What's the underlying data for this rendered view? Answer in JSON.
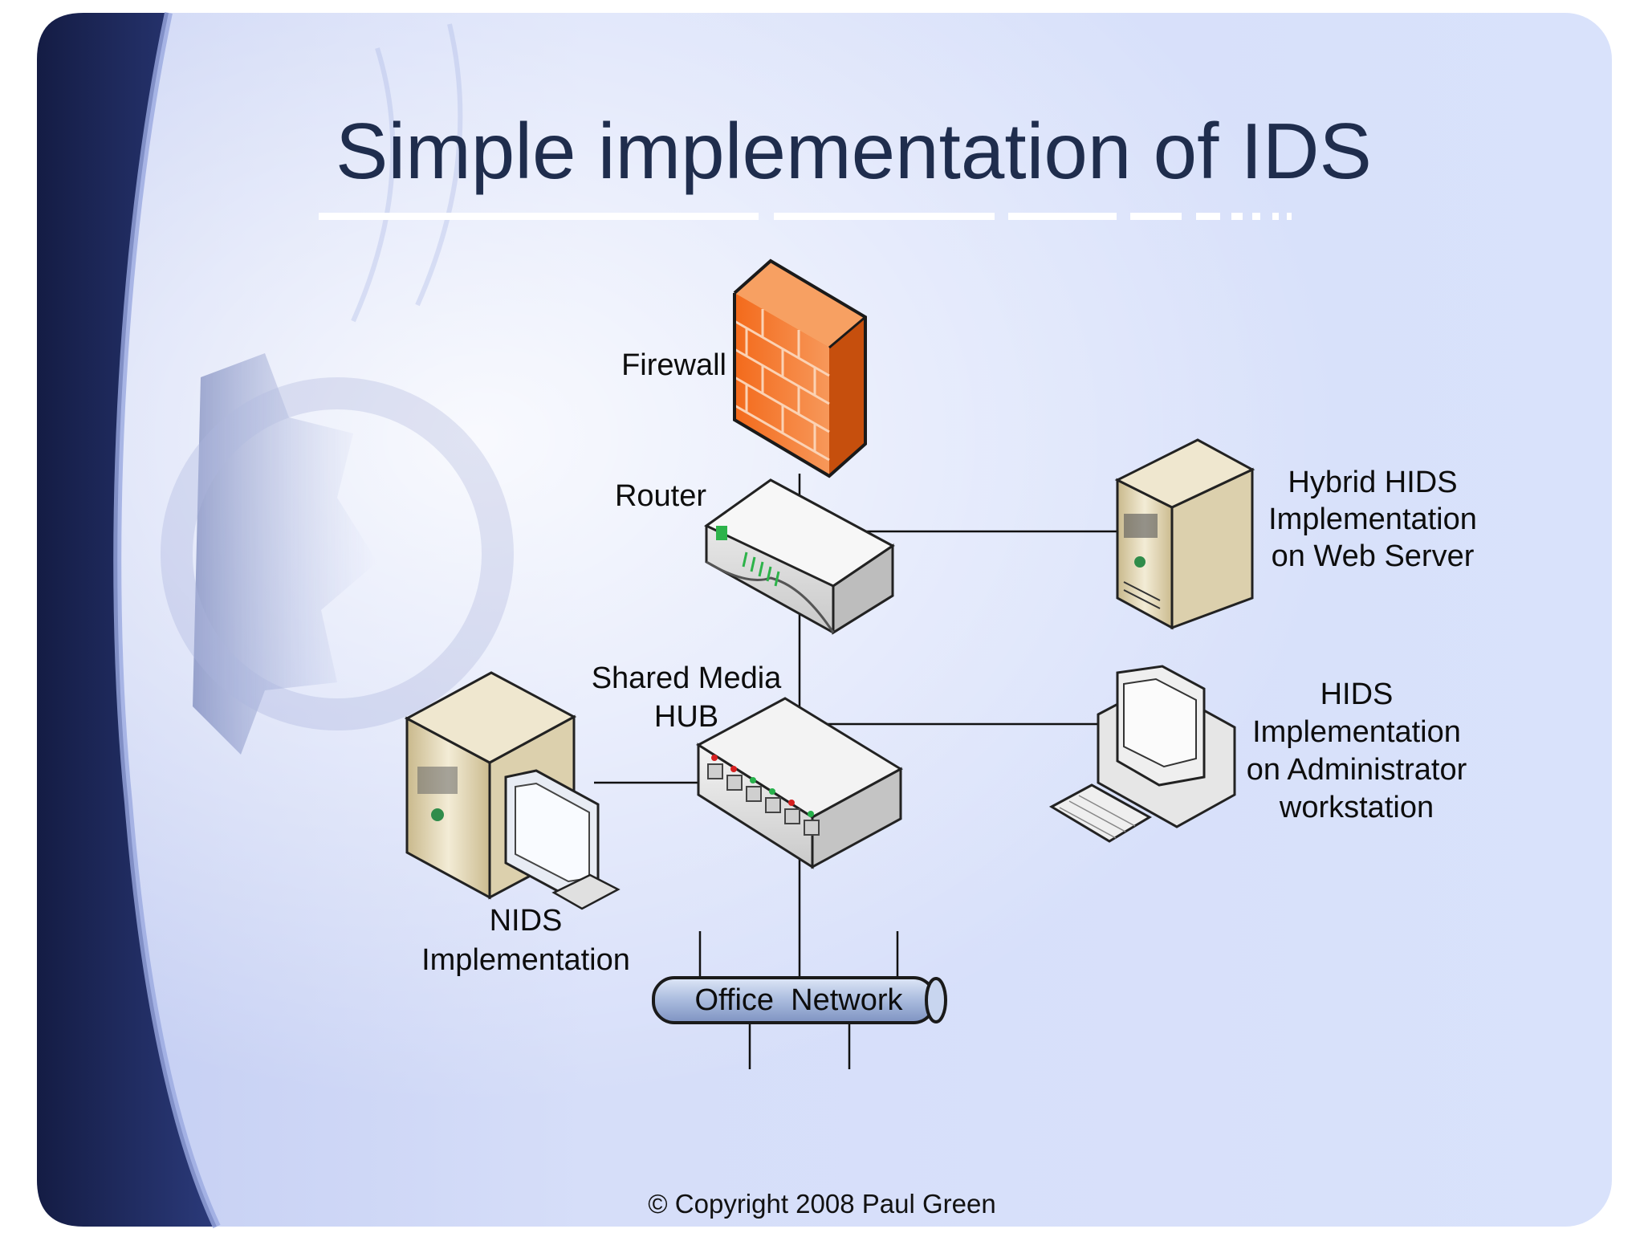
{
  "slide": {
    "title": "Simple implementation of IDS",
    "footer": "© Copyright 2008 Paul Green"
  },
  "diagram": {
    "firewall": {
      "label": "Firewall",
      "icon": "firewall-brick-wall-icon",
      "color": "#f26b1d"
    },
    "router": {
      "label": "Router",
      "icon": "router-icon"
    },
    "hub": {
      "label_line1": "Shared Media",
      "label_line2": "HUB",
      "icon": "hub-switch-icon"
    },
    "web_server": {
      "label_line1": "Hybrid HIDS",
      "label_line2": "Implementation",
      "label_line3": "on Web Server",
      "icon": "tower-server-icon"
    },
    "admin_workstation": {
      "label_line1": "HIDS",
      "label_line2": "Implementation",
      "label_line3": "on Administrator",
      "label_line4": "workstation",
      "icon": "desktop-workstation-icon"
    },
    "nids": {
      "label_line1": "NIDS",
      "label_line2": "Implementation",
      "icon": "nids-server-monitor-icon"
    },
    "office_network": {
      "label": "Office  Network",
      "icon": "network-bus-pipe-icon"
    }
  },
  "colors": {
    "background_light": "#dbe4fb",
    "background_dark": "#1a2350",
    "title_text": "#1f2d4d",
    "accent_orange": "#f26b1d",
    "server_beige": "#d8c9a0"
  }
}
